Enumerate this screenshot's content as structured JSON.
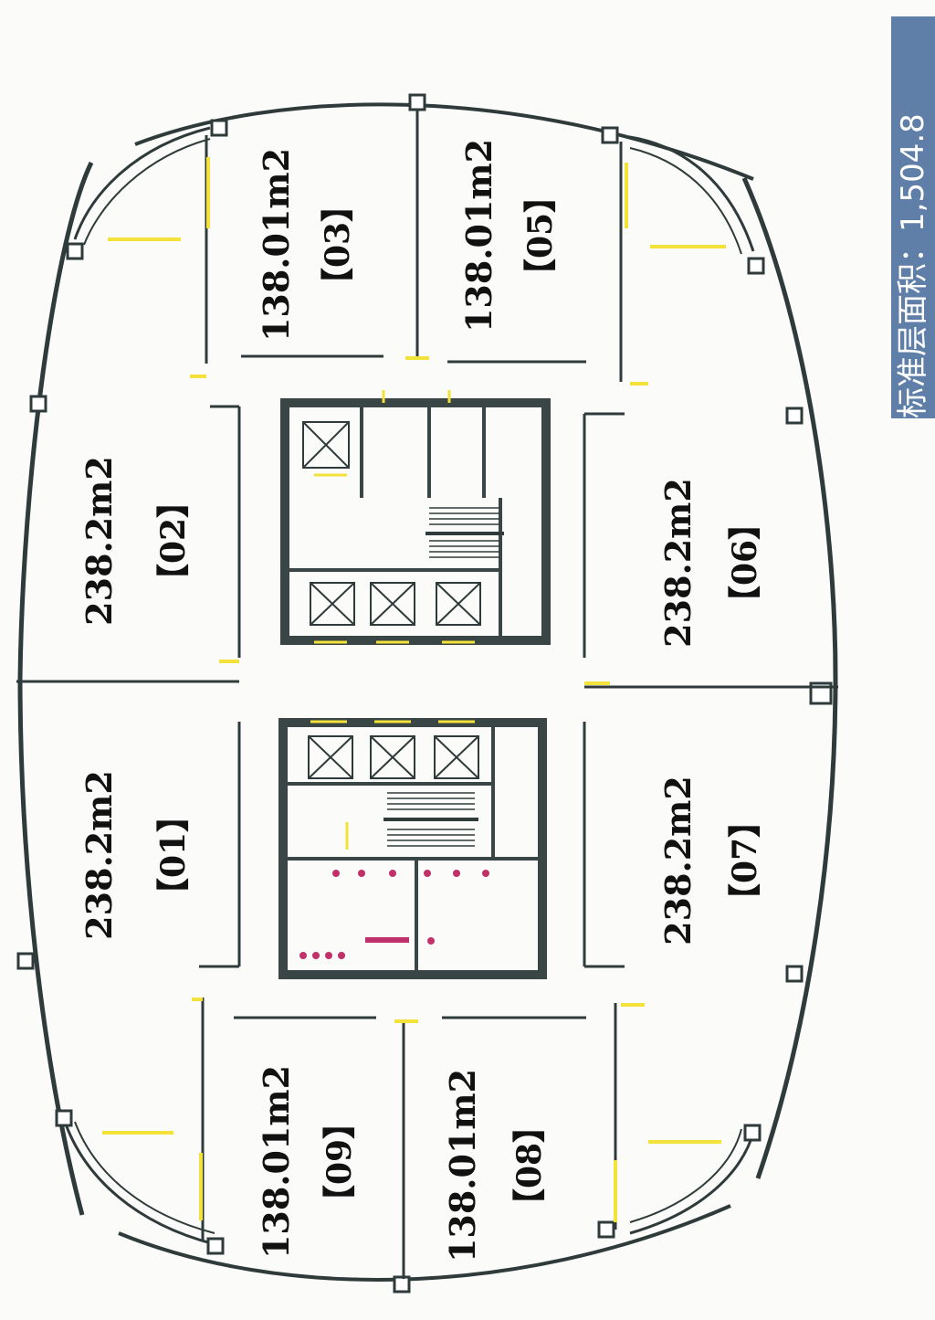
{
  "title_banner": "标准层面积：1,504.8",
  "units": [
    {
      "id": "01",
      "code_label": "【01】",
      "area_label": "238.2m2"
    },
    {
      "id": "02",
      "code_label": "【02】",
      "area_label": "238.2m2"
    },
    {
      "id": "03",
      "code_label": "【03】",
      "area_label": "138.01m2"
    },
    {
      "id": "05",
      "code_label": "【05】",
      "area_label": "138.01m2"
    },
    {
      "id": "06",
      "code_label": "【06】",
      "area_label": "238.2m2"
    },
    {
      "id": "07",
      "code_label": "【07】",
      "area_label": "238.2m2"
    },
    {
      "id": "08",
      "code_label": "【08】",
      "area_label": "138.01m2"
    },
    {
      "id": "09",
      "code_label": "【09】",
      "area_label": "138.01m2"
    }
  ],
  "colors": {
    "wall": "#2f3a3a",
    "core_fill": "#3a4646",
    "door_accent": "#f2e23a",
    "banner": "#5f7fa8",
    "fixture": "#c0306a"
  }
}
